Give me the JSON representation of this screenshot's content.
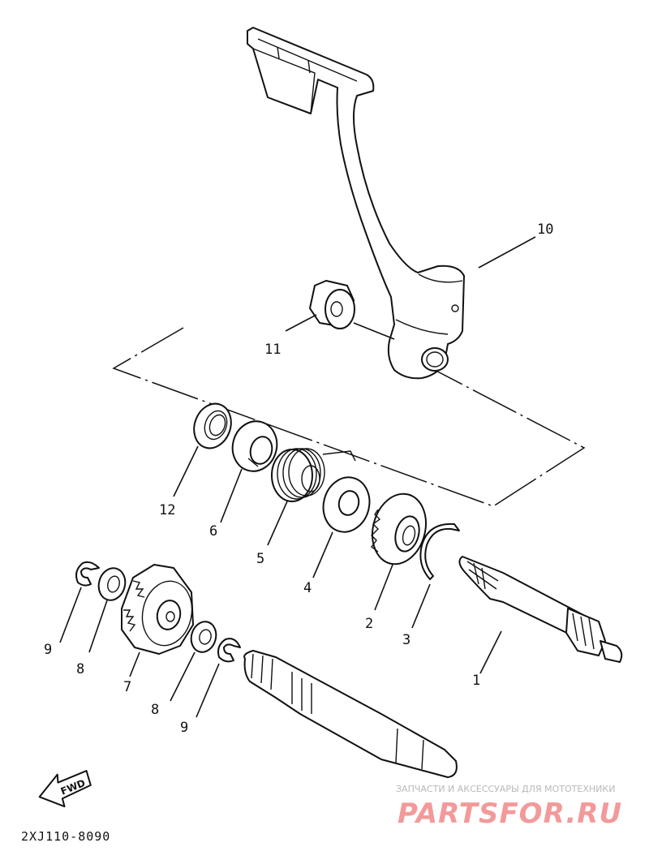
{
  "diagram_code": "2XJ110-8090",
  "forward_label": "FWD",
  "watermark": {
    "tagline": "ЗАПЧАСТИ И АКСЕССУАРЫ ДЛЯ МОТОТЕХНИКИ",
    "brand": "PARTSFOR.RU",
    "color": "#f29a9a"
  },
  "callouts": {
    "c1": "1",
    "c2": "2",
    "c3": "3",
    "c4": "4",
    "c5": "5",
    "c6": "6",
    "c7": "7",
    "c8a": "8",
    "c8b": "8",
    "c9a": "9",
    "c9b": "9",
    "c10": "10",
    "c11": "11",
    "c12": "12"
  }
}
